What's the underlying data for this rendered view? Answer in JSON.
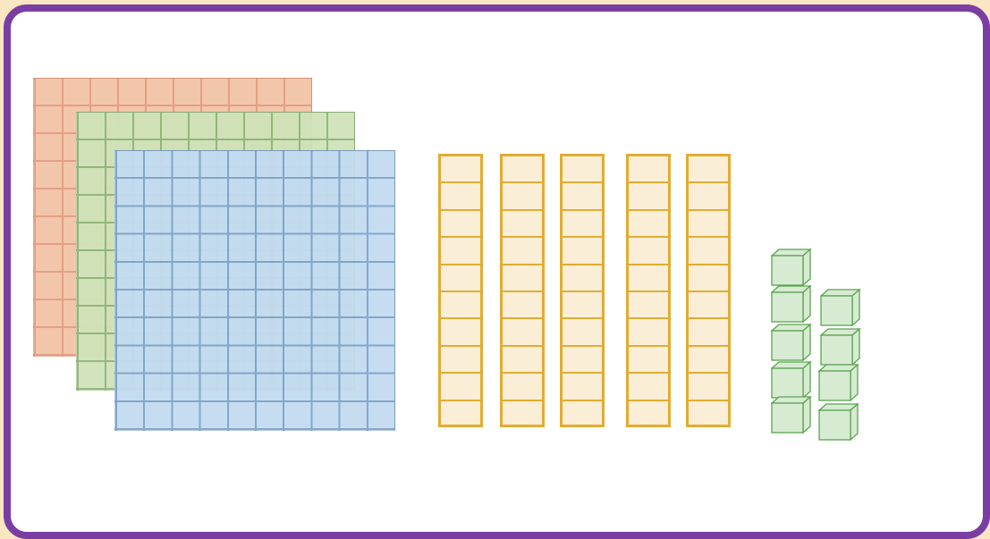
{
  "diagram": {
    "hundreds": {
      "count": 3,
      "colors": [
        "#f2c4a6",
        "#cfe3b9",
        "#c3dbf1"
      ],
      "line_colors": [
        "#e39a80",
        "#8fb57a",
        "#7ea3c8"
      ]
    },
    "tens": {
      "count": 5,
      "cells_per_rod": 10,
      "fill": "#faeed6",
      "stroke": "#e2ac32"
    },
    "ones": {
      "count": 9,
      "fill": "#d7ebd3",
      "stroke": "#5aa44f"
    },
    "colors": {
      "background": "#fbe6c2",
      "frame_border": "#7a3ea3",
      "frame_fill": "#ffffff"
    }
  }
}
